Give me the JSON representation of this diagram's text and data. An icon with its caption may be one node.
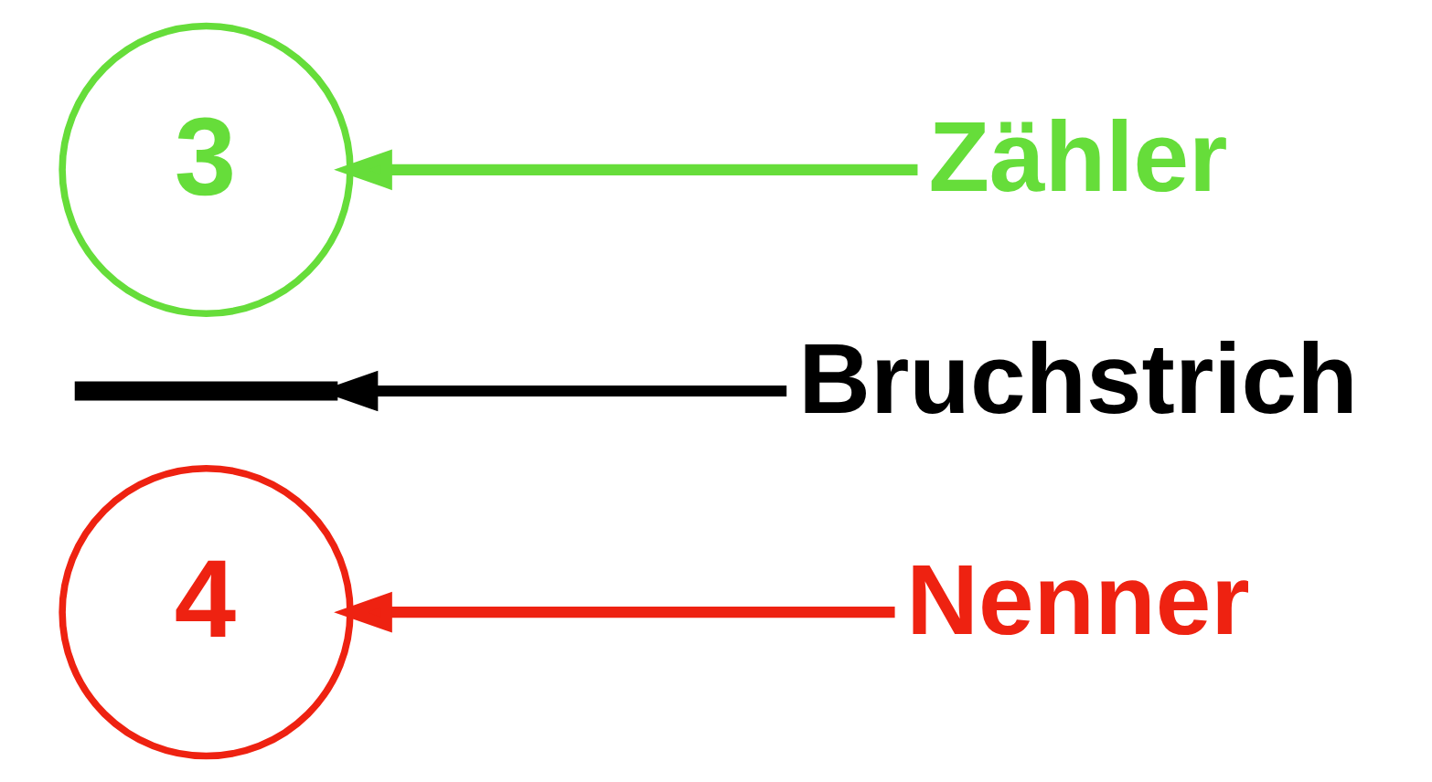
{
  "diagram": {
    "nodes": [
      {
        "text": [
          "3"
        ]
      },
      {
        "text": [
          "Zähler"
        ]
      },
      {
        "text": [],
        "shape": "bar"
      },
      {
        "text": [
          "Bruchstrich"
        ]
      },
      {
        "text": [
          "4"
        ]
      },
      {
        "text": [
          "Nenner"
        ]
      }
    ],
    "edges": [
      {
        "from": 1,
        "to": 0,
        "arrow": "to",
        "color": "#66dd3a"
      },
      {
        "from": 3,
        "to": 2,
        "arrow": "to",
        "color": "#000000"
      },
      {
        "from": 5,
        "to": 4,
        "arrow": "to",
        "color": "#ee2211"
      }
    ]
  }
}
